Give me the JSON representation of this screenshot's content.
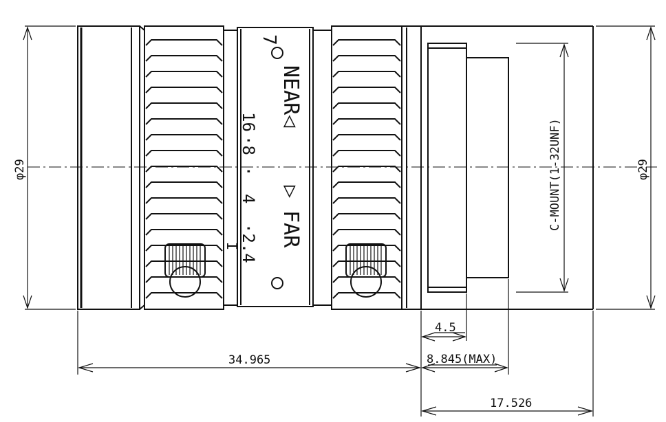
{
  "dimensions": {
    "left_diameter": "φ29",
    "right_diameter": "φ29",
    "mount_thread": "C-MOUNT(1-32UNF)",
    "flange_length": "4.5",
    "max_protrusion": "8.845(MAX)",
    "body_length": "34.965",
    "back_focus": "17.526"
  },
  "focus_ring": {
    "near_label": "NEAR◁",
    "far_label": "▷ FAR",
    "top_number": "7",
    "aperture_scale": [
      "16",
      "·8",
      "·",
      "4",
      "·2.4"
    ],
    "index_mark": "I"
  },
  "colors": {
    "ink": "#111111",
    "paper": "#ffffff"
  }
}
